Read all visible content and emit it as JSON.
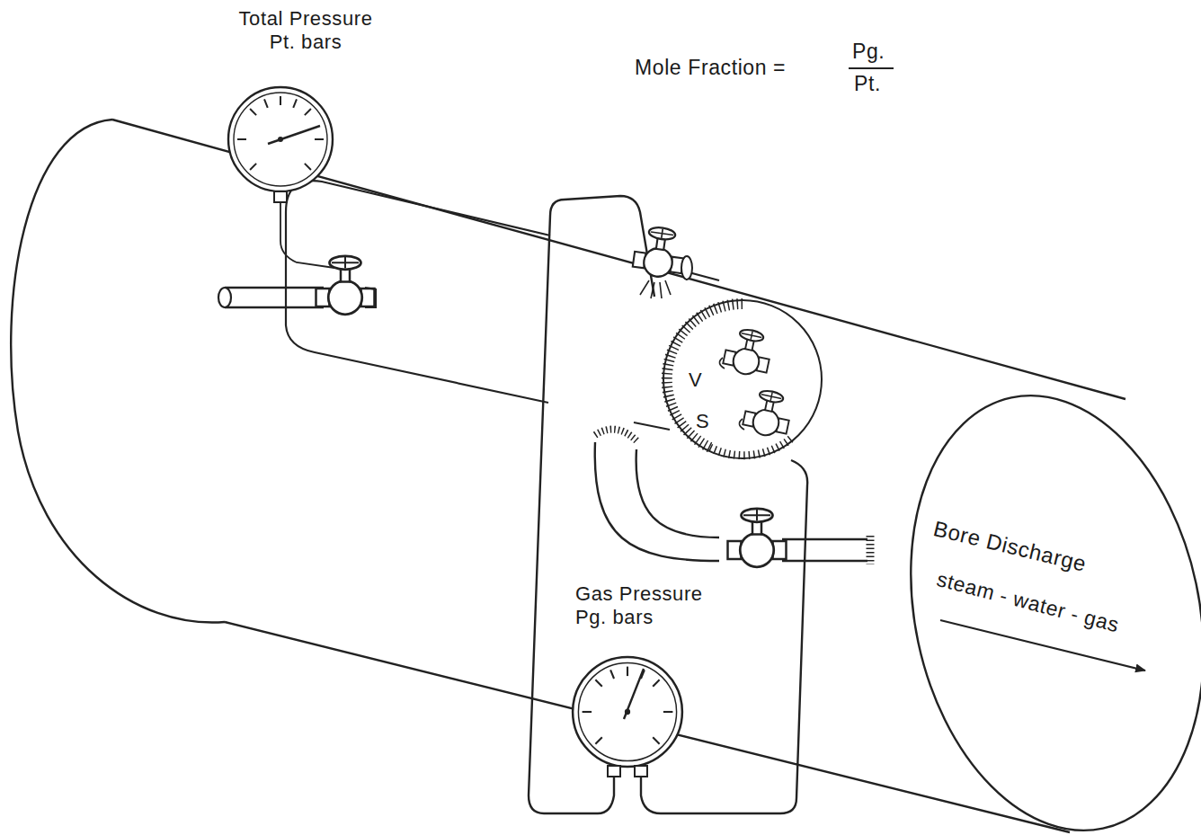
{
  "diagram": {
    "nodes": [
      {
        "text": [
          "Total Pressure Pt. bars"
        ]
      },
      {
        "text": [
          "V",
          "S"
        ]
      },
      {
        "text": [
          "Gas Pressure Pg. bars"
        ]
      },
      {
        "text": [
          "Bore Discharge",
          "steam - water - gas"
        ]
      }
    ],
    "labels": [
      "Mole Fraction =",
      "Pg.",
      "Pt."
    ]
  }
}
